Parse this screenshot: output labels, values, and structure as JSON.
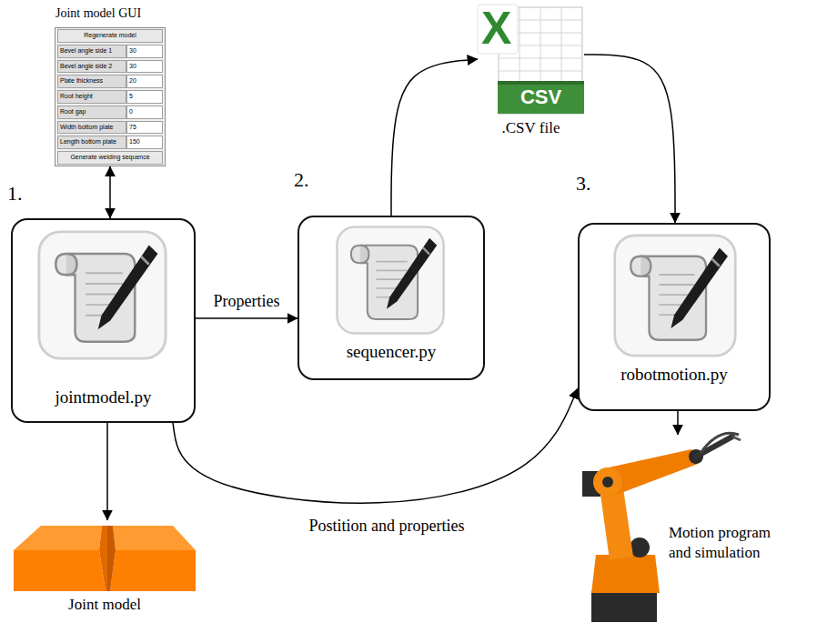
{
  "diagram": {
    "nodes": [
      {
        "text": [
          "Joint model GUI",
          "Regenerate model",
          "Bevel angle side 1",
          "30",
          "Bevel angle side 2",
          "30",
          "Plate thickness",
          "20",
          "Root height",
          "5",
          "Root gap",
          "0",
          "Width bottom plate",
          "75",
          "Length bottom plate",
          "150",
          "Generate welding sequence"
        ]
      },
      {
        "text": [
          "1.",
          "jointmodel.py"
        ]
      },
      {
        "text": [
          "2.",
          "sequencer.py"
        ]
      },
      {
        "text": [
          "3.",
          "robotmotion.py"
        ]
      },
      {
        "text": [
          "X",
          "CSV",
          ".CSV file"
        ]
      },
      {
        "text": [
          "Joint model"
        ]
      },
      {
        "text": [
          "Motion program and simulation"
        ]
      }
    ],
    "edges": [
      {
        "from": 0,
        "to": 1,
        "arrow": "both"
      },
      {
        "from": 1,
        "to": 2,
        "label": "Properties",
        "arrow": "to"
      },
      {
        "from": 2,
        "to": 4,
        "arrow": "to"
      },
      {
        "from": 4,
        "to": 3,
        "arrow": "to"
      },
      {
        "from": 1,
        "to": 3,
        "label": "Postition and properties",
        "arrow": "to"
      },
      {
        "from": 1,
        "to": 5,
        "arrow": "to"
      },
      {
        "from": 3,
        "to": 6,
        "arrow": "to"
      }
    ]
  }
}
